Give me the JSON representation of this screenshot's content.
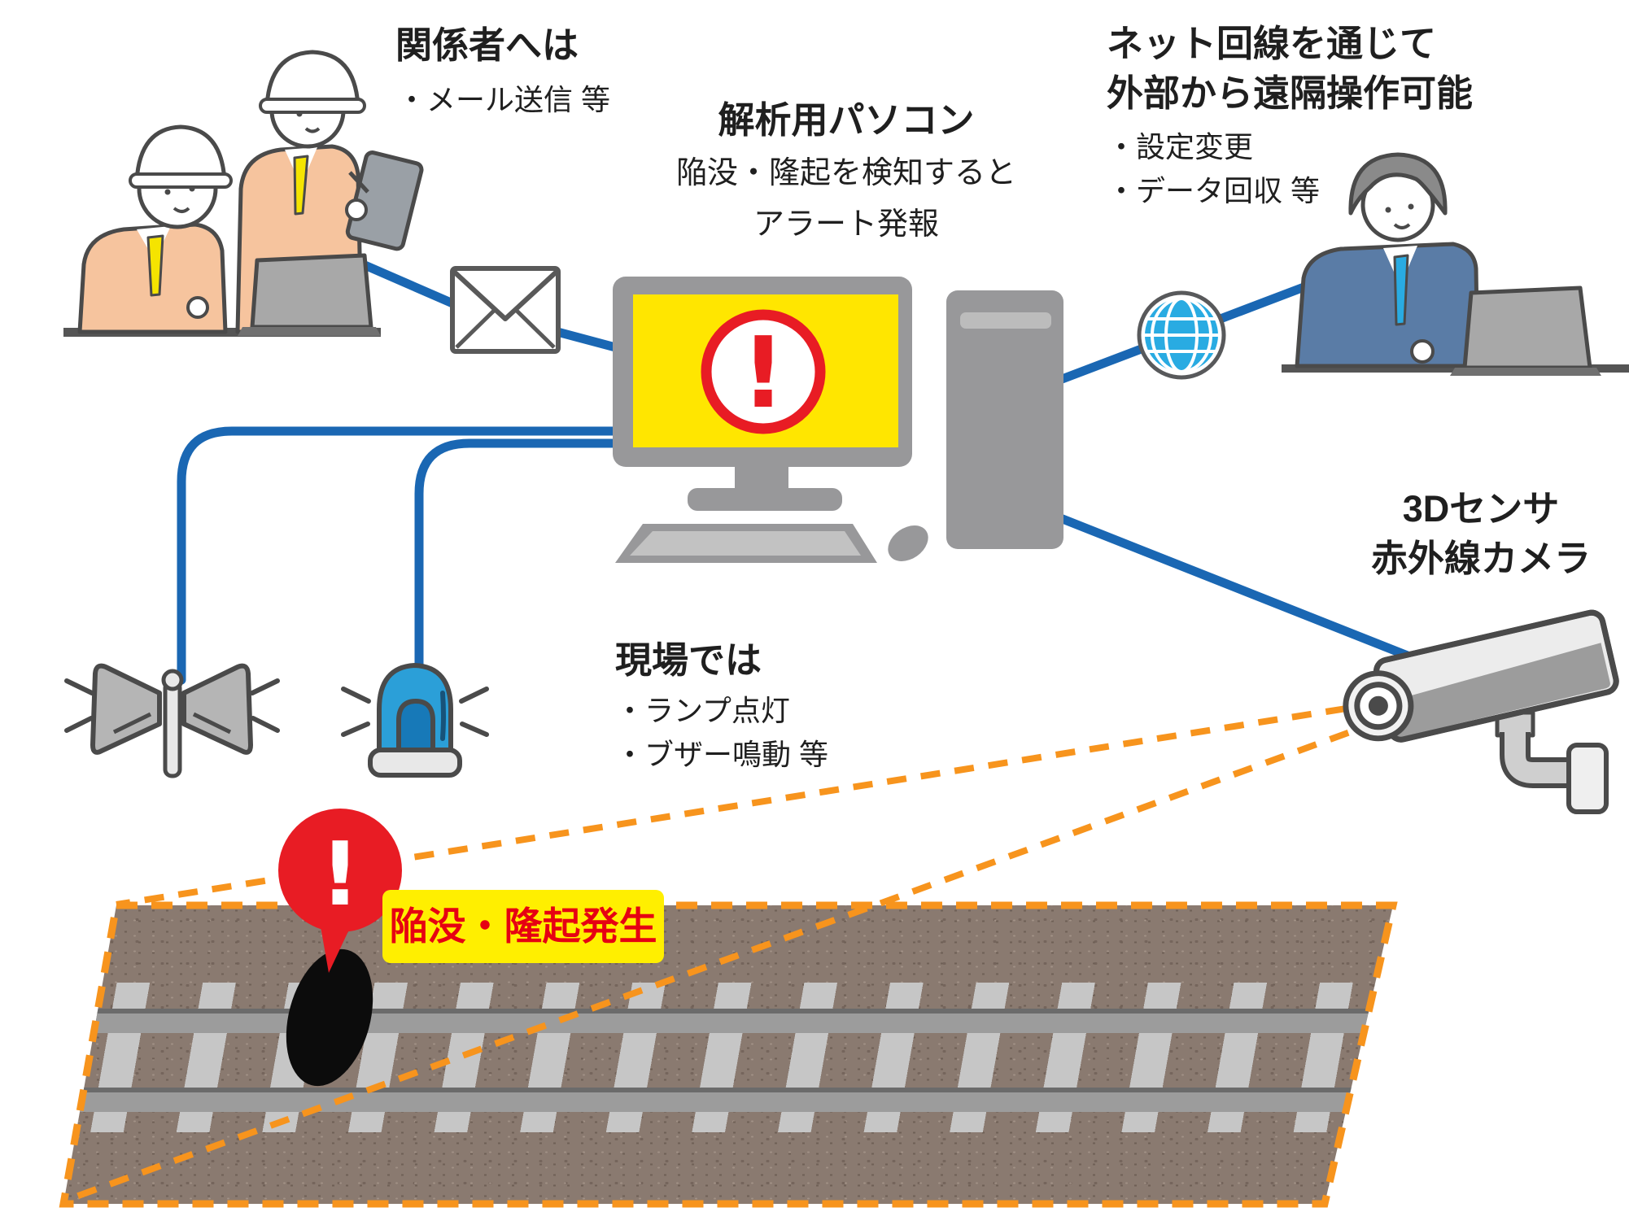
{
  "diagram": {
    "stakeholders": {
      "title": "関係者へは",
      "item": "・メール送信 等"
    },
    "analysis_pc": {
      "title": "解析用パソコン",
      "desc1": "陥没・隆起を検知すると",
      "desc2": "アラート発報"
    },
    "remote": {
      "title1": "ネット回線を通じて",
      "title2": "外部から遠隔操作可能",
      "item1": "・設定変更",
      "item2": "・データ回収 等"
    },
    "sensor": {
      "line1": "3Dセンサ",
      "line2": "赤外線カメラ"
    },
    "site": {
      "title": "現場では",
      "item1": "・ランプ点灯",
      "item2": "・ブザー鳴動 等"
    },
    "event": {
      "label": "陥没・隆起発生"
    },
    "exclamation": "!"
  },
  "colors": {
    "connector_blue": "#1a67b3",
    "dash_orange": "#f7941d",
    "alert_red": "#e81c24",
    "label_red": "#e60012",
    "screen_yellow": "#ffe600",
    "label_yellow": "#ffef00",
    "lamp_blue": "#2b9fd8",
    "globe_blue": "#29abe2",
    "ballast_brown": "#8a7a70"
  }
}
